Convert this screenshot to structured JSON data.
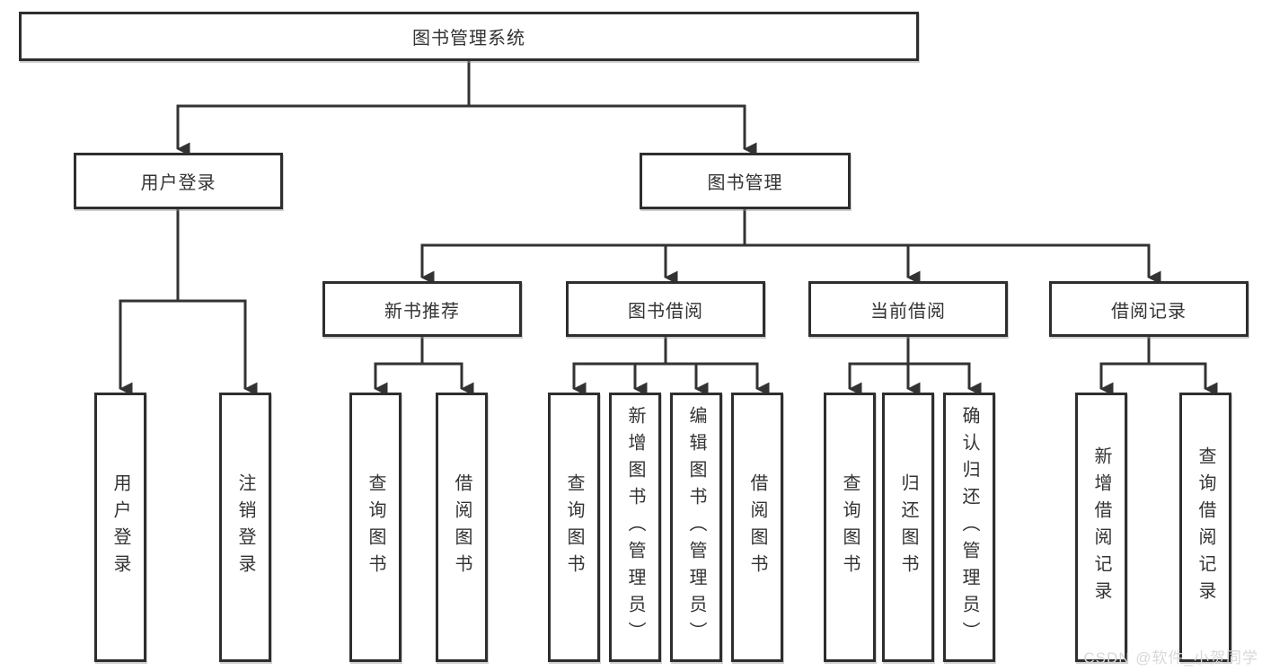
{
  "diagram": {
    "root": {
      "label": "图书管理系统"
    },
    "level2": [
      {
        "label": "用户登录"
      },
      {
        "label": "图书管理"
      }
    ],
    "level3": [
      {
        "label": "新书推荐"
      },
      {
        "label": "图书借阅"
      },
      {
        "label": "当前借阅"
      },
      {
        "label": "借阅记录"
      }
    ],
    "leaves": [
      {
        "label": "用户登录"
      },
      {
        "label": "注销登录"
      },
      {
        "label": "查询图书"
      },
      {
        "label": "借阅图书"
      },
      {
        "label": "查询图书"
      },
      {
        "label": "新增图书（管理员）"
      },
      {
        "label": "编辑图书（管理员）"
      },
      {
        "label": "借阅图书"
      },
      {
        "label": "查询图书"
      },
      {
        "label": "归还图书"
      },
      {
        "label": "确认归还（管理员）"
      },
      {
        "label": "新增借阅记录"
      },
      {
        "label": "查询借阅记录"
      }
    ]
  },
  "watermark": "CSDN @软件_小贺同学",
  "colors": {
    "line": "#333333",
    "box_border": "#2e2e2e",
    "text": "#333333",
    "watermark": "#d9d7d7",
    "background": "#ffffff"
  }
}
